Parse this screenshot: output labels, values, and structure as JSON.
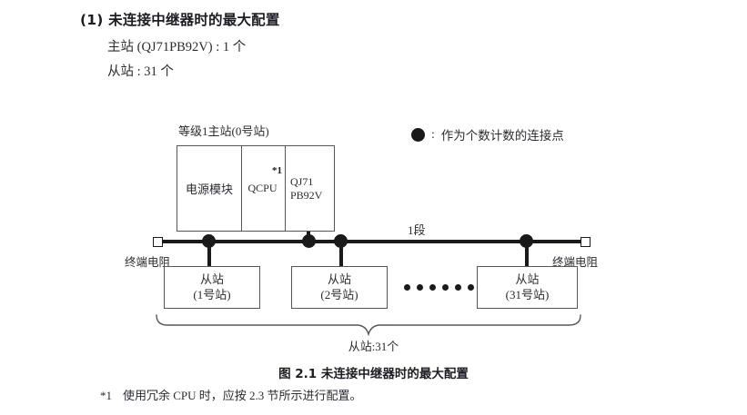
{
  "heading": {
    "title": "(1) 未连接中继器时的最大配置",
    "line1": "主站 (QJ71PB92V) : 1 个",
    "line2": "从站 : 31 个"
  },
  "legend": {
    "symbol": "filled-circle",
    "separator": ":",
    "text": "作为个数计数的连接点"
  },
  "diagram": {
    "master": {
      "label": "等级1主站(0号站)",
      "cells": [
        {
          "name": "power-module",
          "text": "电源模块"
        },
        {
          "name": "cpu-module",
          "text": "QCPU",
          "footnote_mark": "*1"
        },
        {
          "name": "network-module",
          "line1": "QJ71",
          "line2": "PB92V"
        }
      ]
    },
    "bus": {
      "segment_label": "1段",
      "terminator_left_label": "终端电阻",
      "terminator_right_label": "终端电阻",
      "connection_point_count": 4
    },
    "slaves": [
      {
        "line1": "从站",
        "line2": "(1号站)"
      },
      {
        "line1": "从站",
        "line2": "(2号站)"
      },
      {
        "line1": "从站",
        "line2": "(31号站)"
      }
    ],
    "ellipsis_dot_count": 6,
    "brace_label": "从站:31个"
  },
  "caption": "图 2.1  未连接中继器时的最大配置",
  "footnote": {
    "mark": "*1",
    "text": "使用冗余 CPU 时，应按 2.3 节所示进行配置。"
  },
  "colors": {
    "ink": "#2b2b33",
    "line": "#1a1a1a",
    "box_border": "#55555e",
    "background": "#ffffff"
  }
}
